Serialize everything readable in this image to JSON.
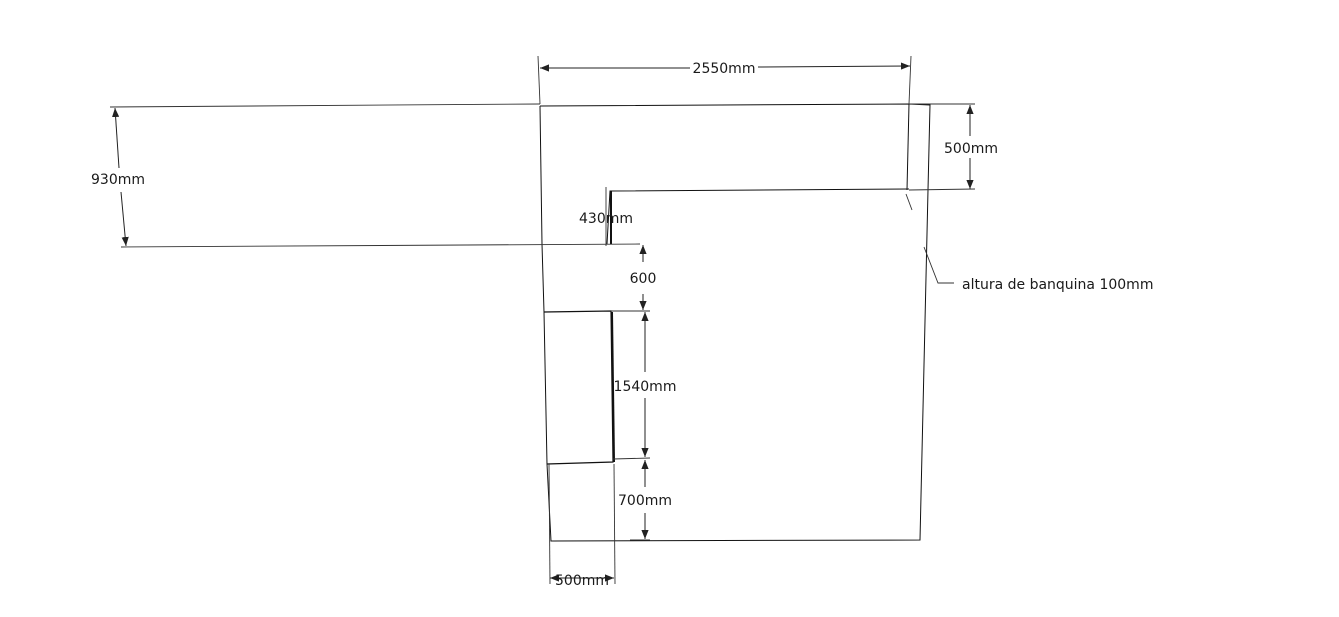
{
  "dimensions": {
    "top_width": "2550mm",
    "left_height": "930mm",
    "right_top_height": "500mm",
    "notch": "430mm",
    "gap": "600",
    "opening_height": "1540mm",
    "bottom_segment": "700mm",
    "bottom_width": "500mm"
  },
  "notes": {
    "ledge_height": "altura de banquina 100mm"
  }
}
